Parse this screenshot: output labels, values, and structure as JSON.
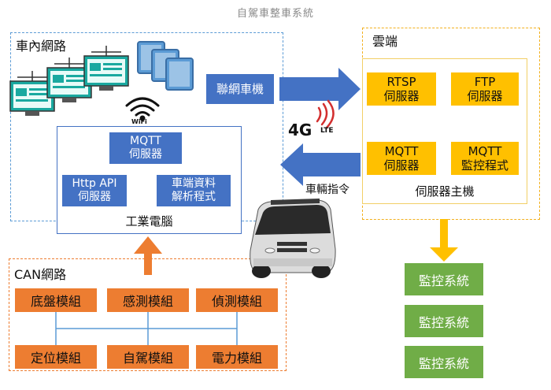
{
  "title": "自駕車整車系統",
  "zones": {
    "in_car": "車內網路",
    "cloud": "雲端",
    "can": "CAN網路"
  },
  "in_car": {
    "wifi_label": "WiFi",
    "telematics": "聯網車機",
    "ipc": {
      "caption": "工業電腦",
      "mqtt": [
        "MQTT",
        "伺服器"
      ],
      "http": [
        "Http API",
        "伺服器"
      ],
      "parser": [
        "車端資料",
        "解析程式"
      ]
    }
  },
  "cloud": {
    "rtsp": [
      "RTSP",
      "伺服器"
    ],
    "ftp": [
      "FTP",
      "伺服器"
    ],
    "mqtt": [
      "MQTT",
      "伺服器"
    ],
    "monitor_prog": [
      "MQTT",
      "監控程式"
    ],
    "host_caption": "伺服器主機"
  },
  "network": {
    "badge": "4G",
    "badge_sub": "LTE",
    "command": "車輛指令"
  },
  "can_modules": {
    "row1": [
      "底盤模組",
      "感測模組",
      "偵測模組"
    ],
    "row2": [
      "定位模組",
      "自駕模組",
      "電力模組"
    ]
  },
  "monitors": [
    "監控系統",
    "監控系統",
    "監控系統"
  ],
  "colors": {
    "blue": "#4472c4",
    "yellow": "#ffc000",
    "orange": "#ed7d31",
    "green": "#70ad47",
    "teal": "#1aa9a0"
  }
}
